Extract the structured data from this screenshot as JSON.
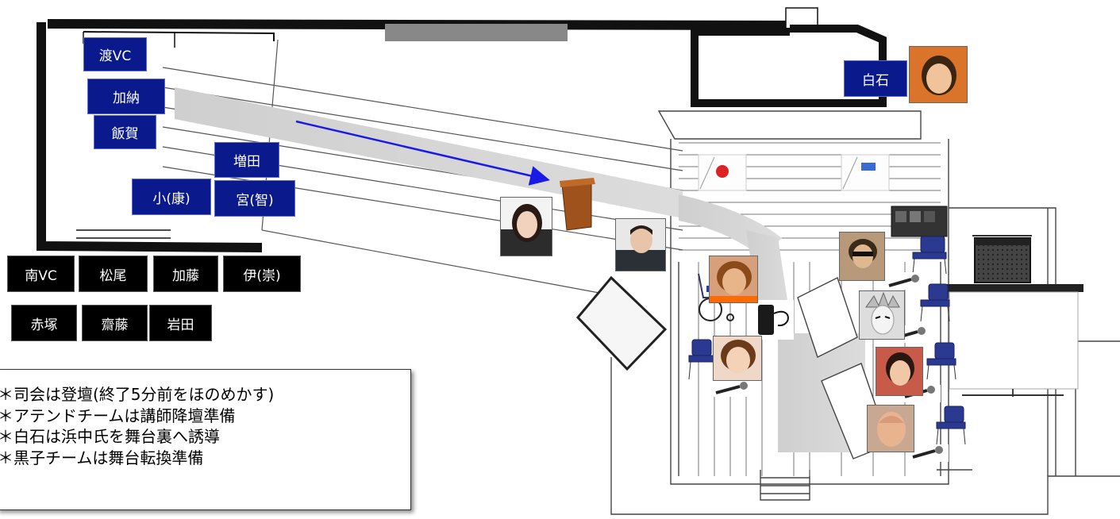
{
  "labels": {
    "watari_vc": "渡VC",
    "kano": "加納",
    "iiga": "飯賀",
    "masuda": "増田",
    "ko_yasu": "小(康)",
    "miya_tomo": "宮(智)",
    "shiraishi": "白石",
    "minami_vc": "南VC",
    "matsuo": "松尾",
    "kato": "加藤",
    "i_takashi": "伊(崇)",
    "akatsuka": "赤塚",
    "saito": "齋藤",
    "iwata": "岩田"
  },
  "notes": [
    "＊司会は登壇(終了5分前をほのめかす)",
    "＊アテンドチームは講師降壇準備",
    "＊白石は浜中氏を舞台裏へ誘導",
    "＊黒子チームは舞台転換準備"
  ],
  "colors": {
    "label_blue": "#0a1a8c",
    "label_black": "#000000",
    "arrow": "#1a1ae6",
    "wall": "#111111"
  },
  "icons": [
    "microphone-icon",
    "chair-icon",
    "wheelchair-icon",
    "podium-icon",
    "japan-flag-icon",
    "amplifier-icon",
    "screen-icon"
  ]
}
